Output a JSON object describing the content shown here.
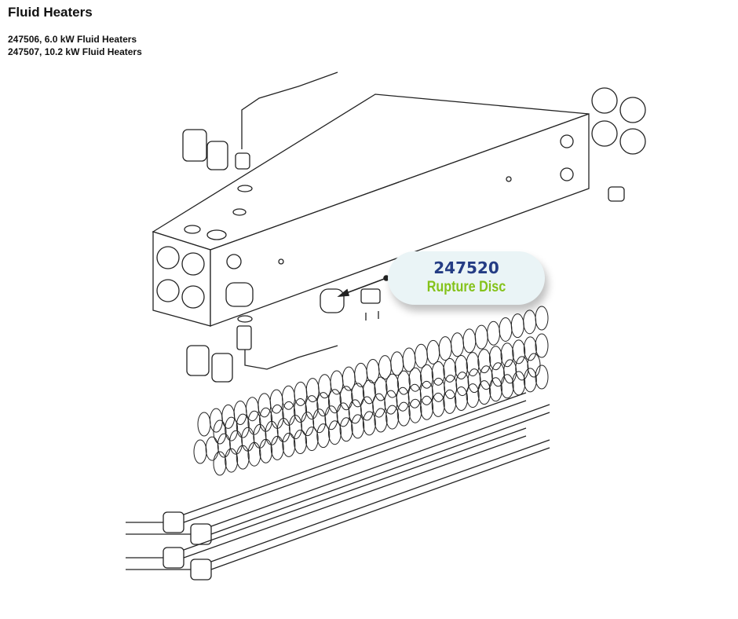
{
  "header": {
    "title": "Fluid Heaters",
    "lines": [
      "247506, 6.0 kW Fluid Heaters",
      "247507, 10.2 kW Fluid Heaters"
    ]
  },
  "callout": {
    "part_number": "247520",
    "part_name": "Rupture Disc",
    "number_color": "#243c84",
    "name_color": "#84c21a"
  }
}
